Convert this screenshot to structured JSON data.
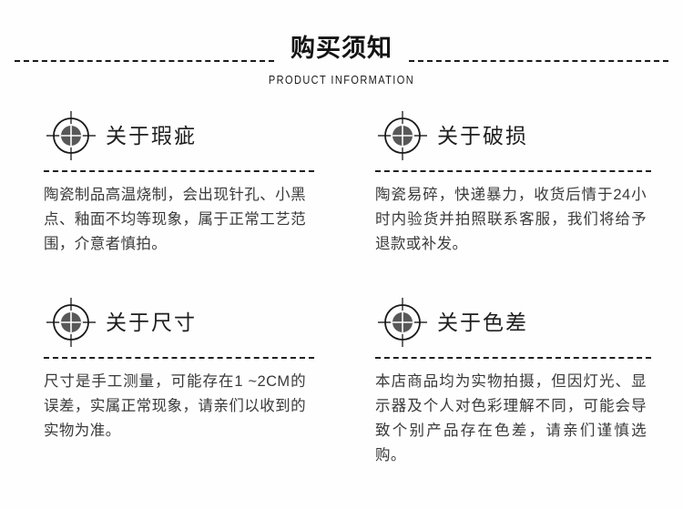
{
  "header": {
    "title": "购买须知",
    "subtitle": "PRODUCT INFORMATION",
    "left_rule_icon": "dashed-rule",
    "right_rule_icon": "dashed-rule",
    "accent_color": "#1a1a1a",
    "text_color": "#141414"
  },
  "sections": [
    {
      "icon": "crosshair-target-icon",
      "title": "关于瑕疵",
      "body": "陶瓷制品高温烧制，会出现针孔、小黑点、釉面不均等现象，属于正常工艺范围，介意者慎拍。"
    },
    {
      "icon": "crosshair-target-icon",
      "title": "关于破损",
      "body": "陶瓷易碎，快递暴力，收货后情于24小时内验货并拍照联系客服，我们将给予退款或补发。"
    },
    {
      "icon": "crosshair-target-icon",
      "title": "关于尺寸",
      "body": "尺寸是手工测量，可能存在1 ~2CM的误差，实属正常现象，请亲们以收到的实物为准。"
    },
    {
      "icon": "crosshair-target-icon",
      "title": "关于色差",
      "body": "本店商品均为实物拍摄，但因灯光、显示器及个人对色彩理解不同，可能会导致个别产品存在色差，请亲们谨慎选购。"
    }
  ],
  "colors": {
    "background": "#fefefe",
    "body_text": "#3a3a3a",
    "title_text": "#1e1e1e",
    "icon_fill": "#5a5a5a",
    "icon_stroke": "#1a1a1a"
  }
}
